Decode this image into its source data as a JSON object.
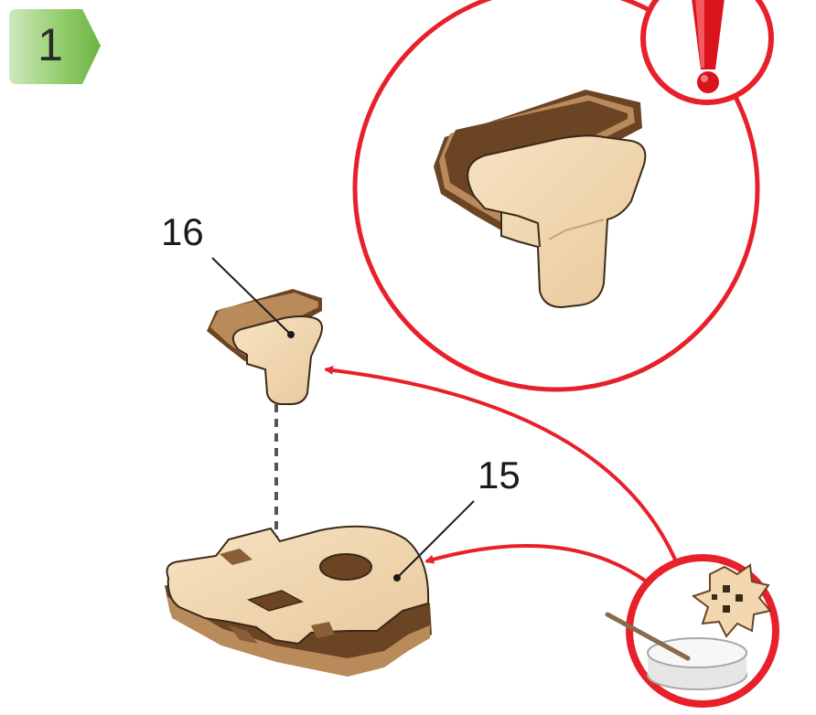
{
  "step": {
    "number": "1"
  },
  "parts": [
    {
      "id": "part-16",
      "label": "16"
    },
    {
      "id": "part-15",
      "label": "15"
    }
  ],
  "colors": {
    "accent_red": "#e8202a",
    "wood_light": "#f3d7b0",
    "wood_dark": "#6b4424",
    "step_green": "#7fc25a"
  },
  "icons": {
    "warning": "exclamation-mark-icon",
    "glue": "glue-pot-icon"
  }
}
